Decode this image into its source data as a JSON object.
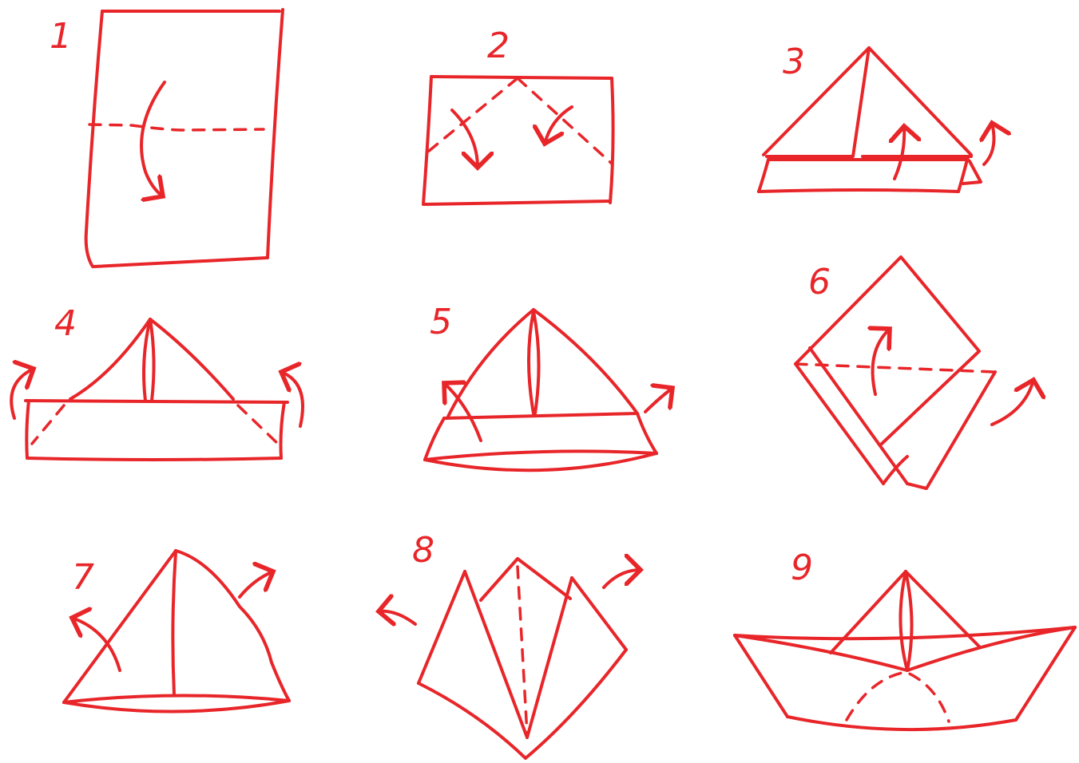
{
  "diagram": {
    "ink_color": "#e8262a",
    "steps": [
      {
        "number": "1",
        "action": "fold-down"
      },
      {
        "number": "2",
        "action": "fold-corners-to-center"
      },
      {
        "number": "3",
        "action": "fold-bottom-strip-up"
      },
      {
        "number": "4",
        "action": "tuck-corners"
      },
      {
        "number": "5",
        "action": "open-out"
      },
      {
        "number": "6",
        "action": "fold-flap-up"
      },
      {
        "number": "7",
        "action": "open-out"
      },
      {
        "number": "8",
        "action": "pull-sides-apart"
      },
      {
        "number": "9",
        "action": "finished-boat"
      }
    ]
  }
}
